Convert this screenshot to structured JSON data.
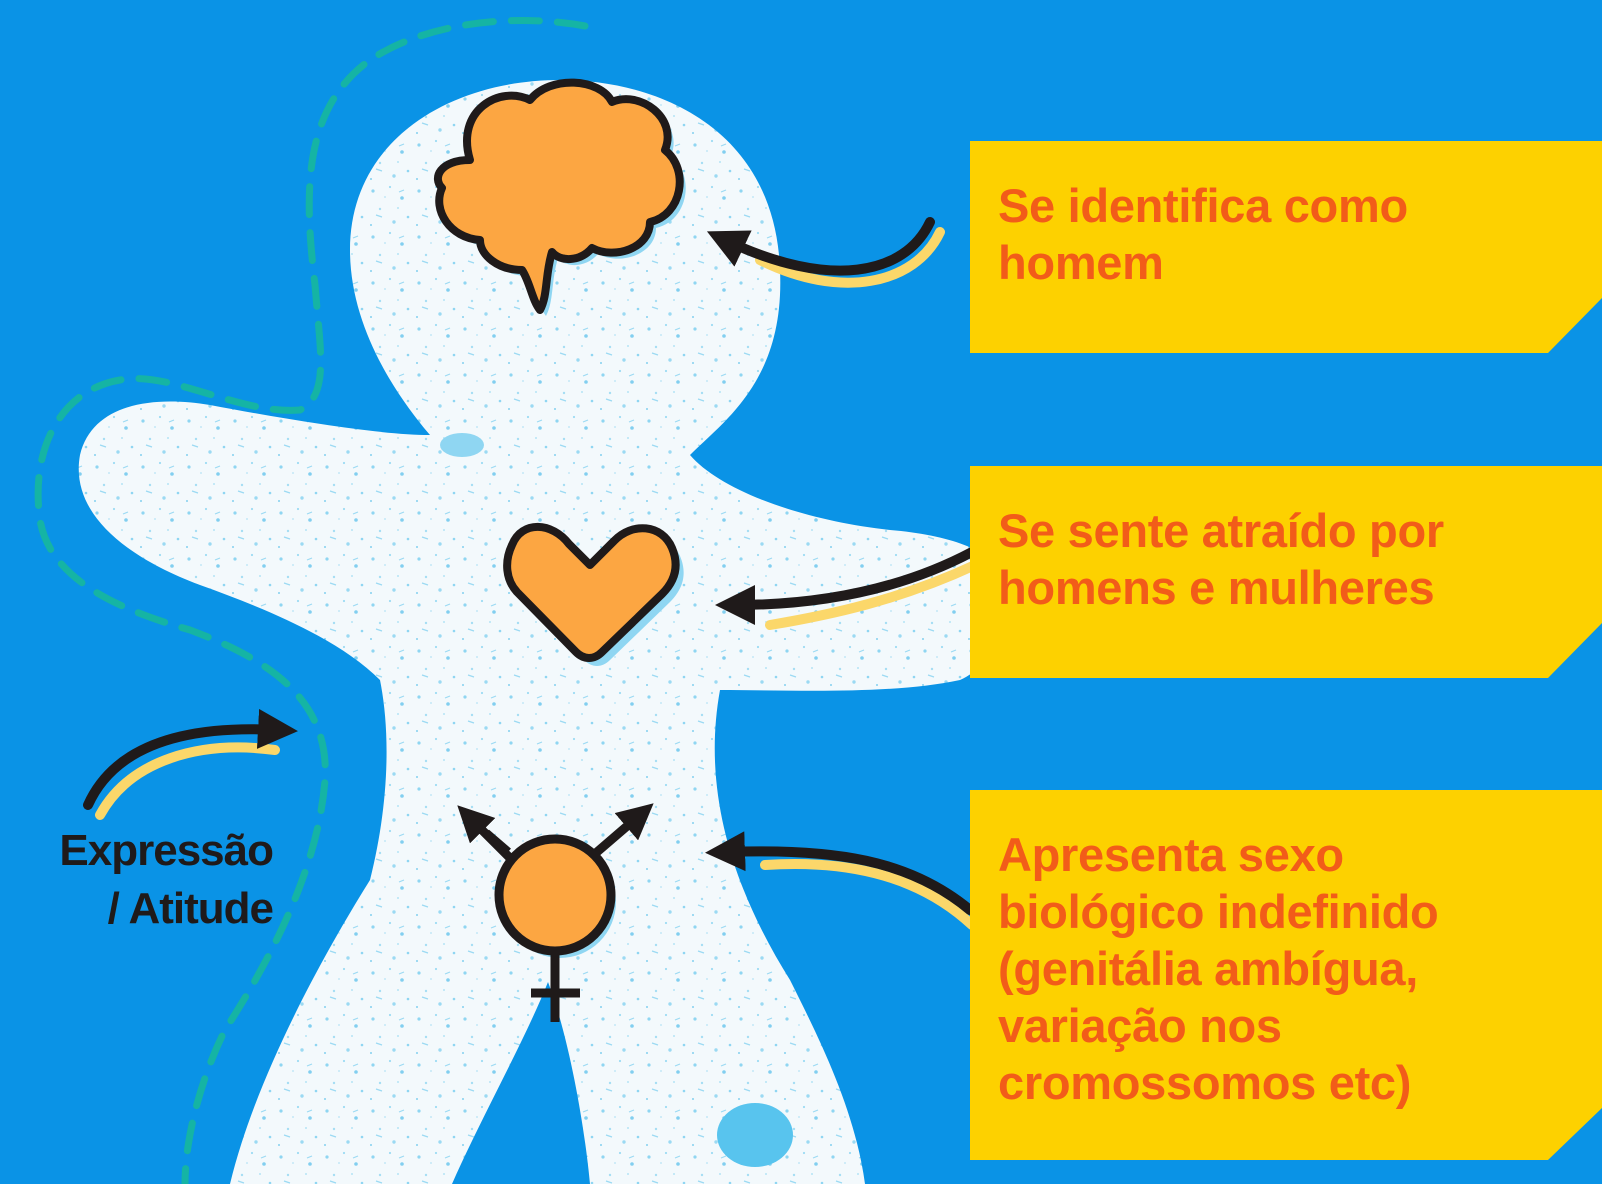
{
  "colors": {
    "background": "#0a93e6",
    "figure": "#f3f9fc",
    "figure_texture": "#7fd0f0",
    "callout_box": "#fdd100",
    "callout_text": "#f25c19",
    "icon_fill": "#fca642",
    "outline": "#1f1a1a",
    "arrow_accent": "#fbd76a",
    "dashed_path": "#15b4a4"
  },
  "icons": {
    "head": "brain-icon",
    "chest": "heart-icon",
    "body": "transgender-symbol-icon"
  },
  "callouts": [
    {
      "id": "identity",
      "text": "Se identifica como\nhomem"
    },
    {
      "id": "attraction",
      "text": "Se sente atraído por\nhomens e mulheres"
    },
    {
      "id": "biological_sex",
      "text": "Apresenta sexo\nbiológico indefinido\n(genitália ambígua,\nvariação  nos\ncromossomos etc)"
    }
  ],
  "side_label": {
    "text": "Expressão\n/ Atitude"
  }
}
